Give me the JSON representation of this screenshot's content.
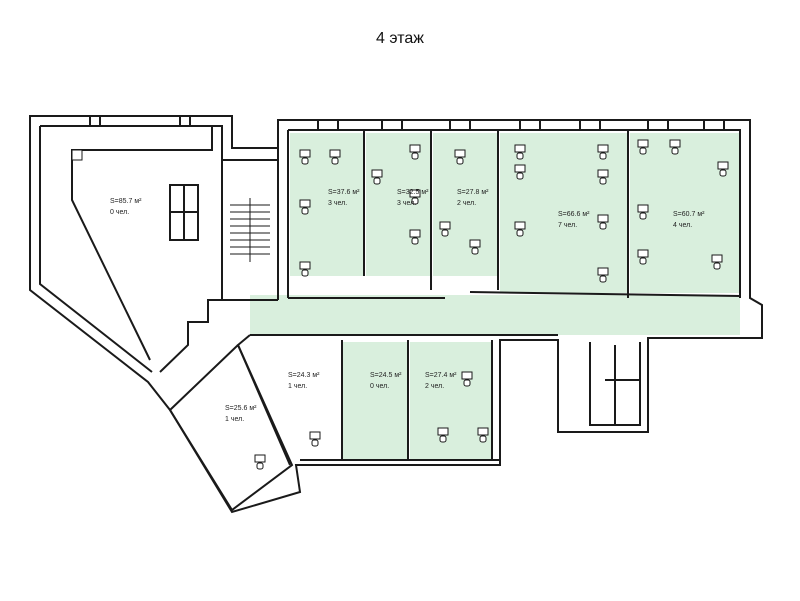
{
  "title": "4 этаж",
  "colors": {
    "room_fill": "#d9efdd",
    "wall": "#1a1a1a",
    "background": "#ffffff"
  },
  "rooms": [
    {
      "id": "r1",
      "area": "S=85.7 м²",
      "people": "0 чел."
    },
    {
      "id": "r2",
      "area": "S=37.6 м²",
      "people": "3 чел."
    },
    {
      "id": "r3",
      "area": "S=32.5 м²",
      "people": "3 чел."
    },
    {
      "id": "r4",
      "area": "S=27.8 м²",
      "people": "2 чел."
    },
    {
      "id": "r5",
      "area": "S=66.6 м²",
      "people": "7 чел."
    },
    {
      "id": "r6",
      "area": "S=60.7 м²",
      "people": "4 чел."
    },
    {
      "id": "r7",
      "area": "S=24.3 м²",
      "people": "1 чел."
    },
    {
      "id": "r8",
      "area": "S=24.5 м²",
      "people": "0 чел."
    },
    {
      "id": "r9",
      "area": "S=27.4 м²",
      "people": "2 чел."
    },
    {
      "id": "r10",
      "area": "S=25.6 м²",
      "people": "1 чел."
    }
  ]
}
